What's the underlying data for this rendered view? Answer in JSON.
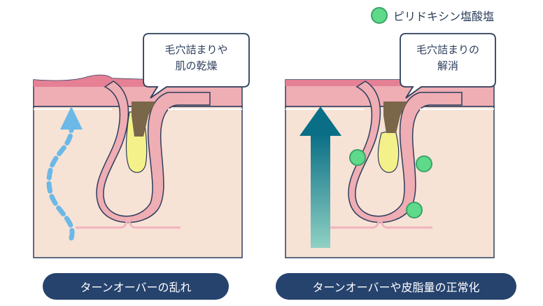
{
  "legend": {
    "label": "ピリドキシン塩酸塩",
    "dot_color": "#5fd98a"
  },
  "left_panel": {
    "bubble_line1": "毛穴詰まりや",
    "bubble_line2": "肌の乾燥",
    "caption": "ターンオーバーの乱れ"
  },
  "right_panel": {
    "bubble_line1": "毛穴詰まりの",
    "bubble_line2": "解消",
    "caption": "ターンオーバーや皮脂量の正常化"
  },
  "colors": {
    "skin_base": "#f7e2d6",
    "skin_pink": "#efadb4",
    "skin_top": "#e58095",
    "outline": "#2c3e5c",
    "sebum": "#f5f18a",
    "plug": "#7a6648",
    "arrow_left": "#6bb9e6",
    "arrow_right_top": "#0a6f86",
    "arrow_right_bottom": "#8fd1c3",
    "caption_bg": "#26436e"
  }
}
